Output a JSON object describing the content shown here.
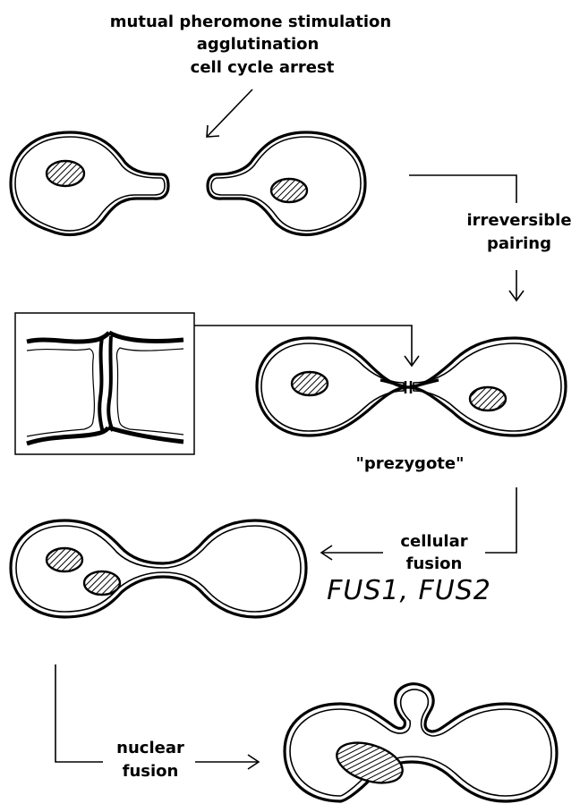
{
  "stimulation_labels": {
    "line1": "mutual pheromone stimulation",
    "line2": "agglutination",
    "line3": "cell cycle arrest"
  },
  "pairing_labels": {
    "line1": "irreversible",
    "line2": "pairing"
  },
  "prezygote_label": "\"prezygote\"",
  "cellular_fusion_labels": {
    "line1": "cellular",
    "line2": "fusion"
  },
  "genes_label": "FUS1, FUS2",
  "nuclear_fusion_labels": {
    "line1": "nuclear",
    "line2": "fusion"
  }
}
